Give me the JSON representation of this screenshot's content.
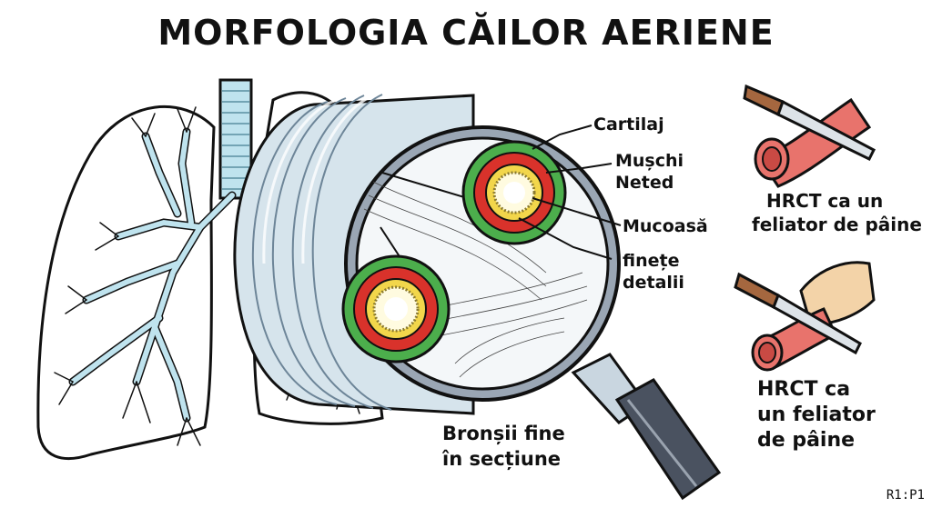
{
  "title": "MORFOLOGIA CĂILOR AERIENE",
  "labels": {
    "cartilage": "Cartilaj",
    "smooth_muscle_line1": "Mușchi",
    "smooth_muscle_line2": "Neted",
    "mucosa": "Mucoasă",
    "fine_detail_line1": "finețe",
    "fine_detail_line2": "detalii"
  },
  "caption_bronchi": {
    "line1": "Bronșii fine",
    "line2": "în secțiune"
  },
  "panels": [
    {
      "line1": "HRCT ca un",
      "line2": "feliator de pâine",
      "line3": ""
    },
    {
      "line1": "HRCT ca",
      "line2": "un feliator",
      "line3": "de pâine"
    }
  ],
  "corner_tag": "R1:P1",
  "colors": {
    "outline": "#111111",
    "airway_blue": "#bfe3ee",
    "cartilage_green": "#4cae4c",
    "muscle_red": "#d9322b",
    "mucosa_yellow": "#f2d64b",
    "lens_rim": "#9aa6b4",
    "handle": "#4a5260",
    "tube_pink": "#e8736c",
    "knife_handle": "#a5673f",
    "skin": "#f3d3a8"
  }
}
